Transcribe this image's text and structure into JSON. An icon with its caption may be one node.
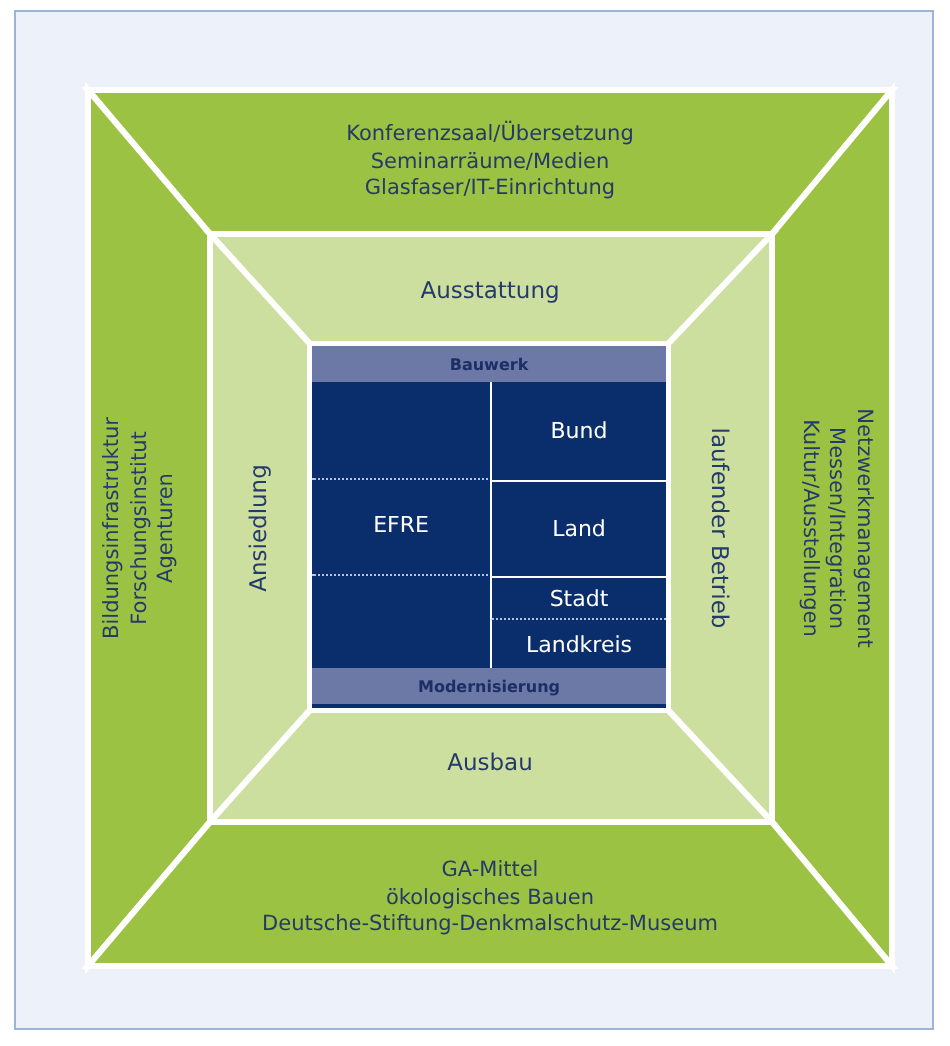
{
  "diagram": {
    "nodes": [
      {
        "text": [
          "Konferenzsaal/Übersetzung",
          "Seminarräume/Medien",
          "Glasfaser/IT-Einrichtung"
        ]
      },
      {
        "text": [
          "Bildungsinfrastruktur",
          "Forschungsinstitut",
          "Agenturen"
        ]
      },
      {
        "text": [
          "Netzwerkmanagement",
          "Messen/Integration",
          "Kultur/Ausstellungen"
        ]
      },
      {
        "text": [
          "GA-Mittel",
          "ökologisches Bauen",
          "Deutsche-Stiftung-Denkmalschutz-Museum"
        ]
      },
      {
        "text": [
          "Ausstattung"
        ]
      },
      {
        "text": [
          "Ansiedlung"
        ]
      },
      {
        "text": [
          "laufender Betrieb"
        ]
      },
      {
        "text": [
          "Ausbau"
        ]
      },
      {
        "text": [
          "Bauwerk",
          "Modernisierung"
        ]
      },
      {
        "text": [
          "EFRE"
        ],
        "in": 8
      },
      {
        "text": [
          "Bund"
        ],
        "in": 8
      },
      {
        "text": [
          "Land"
        ],
        "in": 8
      },
      {
        "text": [
          "Stadt"
        ],
        "in": 8
      },
      {
        "text": [
          "Landkreis"
        ],
        "in": 8
      }
    ]
  }
}
